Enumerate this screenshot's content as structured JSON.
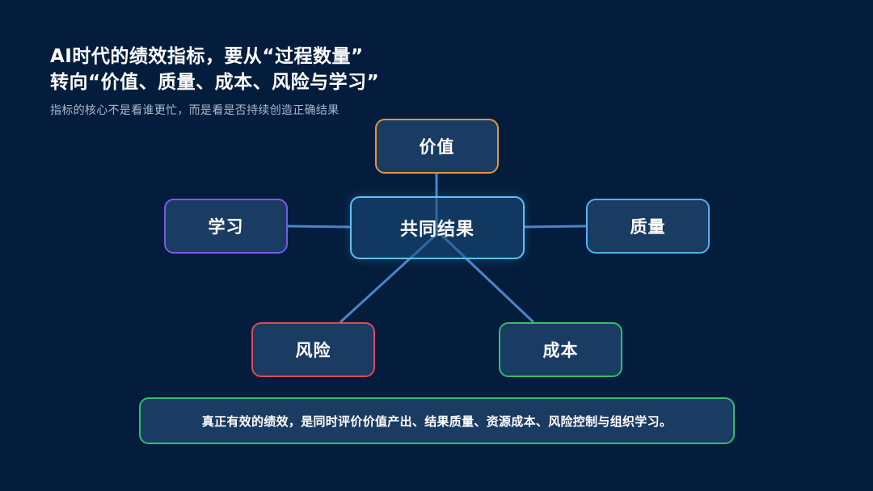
{
  "header": {
    "title_line1": "AI时代的绩效指标，要从“过程数量”",
    "title_line2": "转向“价值、质量、成本、风险与学习”",
    "subtitle": "指标的核心不是看谁更忙，而是看是否持续创造正确结果"
  },
  "diagram": {
    "center": "共同结果",
    "nodes": {
      "top": "价值",
      "left": "学习",
      "right": "质量",
      "bottom_left": "风险",
      "bottom_right": "成本"
    }
  },
  "conclusion": "真正有效的绩效，是同时评价价值产出、结果质量、资源成本、风险控制与组织学习。",
  "colors": {
    "background": "#041d3d",
    "node_fill": "#1a3b62",
    "connector": "#4a86c8",
    "value_border": "#e8943a",
    "learn_border": "#7a5ae6",
    "quality_border": "#4fb1f2",
    "risk_border": "#e04a5a",
    "cost_border": "#2fbe6c",
    "center_border": "#5fc0f5"
  }
}
